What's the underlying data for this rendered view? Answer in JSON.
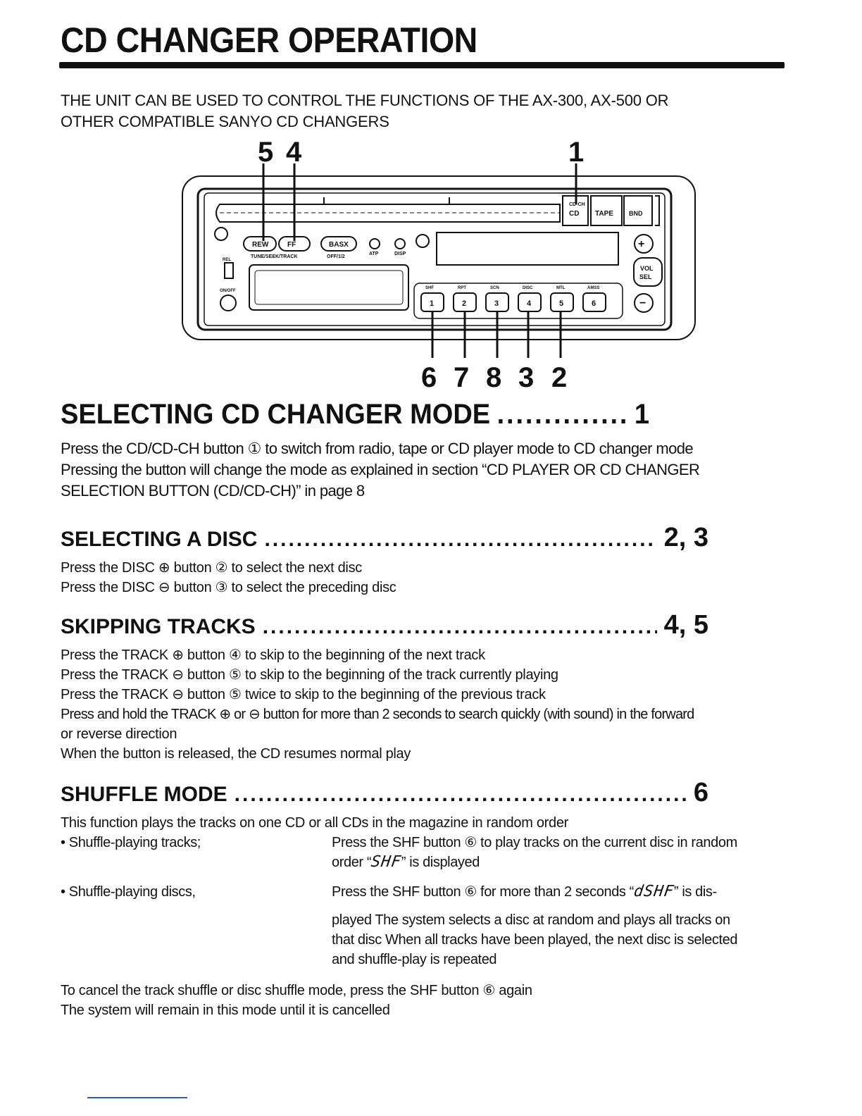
{
  "title": "CD CHANGER OPERATION",
  "intro": {
    "line1": "THE UNIT CAN BE USED TO CONTROL THE FUNCTIONS OF THE AX-300, AX-500 OR",
    "line2": "OTHER COMPATIBLE SANYO CD CHANGERS"
  },
  "diagram": {
    "callouts_top": {
      "a": "5",
      "b": "4",
      "c": "1"
    },
    "callouts_bottom": [
      "6",
      "7",
      "8",
      "3",
      "2"
    ],
    "labels": {
      "cd_ch": "CD-CH",
      "cd": "CD",
      "tape": "TAPE",
      "bnd": "BND",
      "rew": "REW",
      "ff": "FF",
      "basx": "BASX",
      "tune": "TUNE/SEEK/TRACK",
      "off": "OFF/1/2",
      "atp": "ATP",
      "disp": "DISP",
      "rel": "REL",
      "onoff": "ON/OFF",
      "vol": "VOL",
      "sel": "SEL",
      "shf": "SHF",
      "rpt": "RPT",
      "scn": "SCN",
      "disc": "DISC",
      "mtl": "MTL",
      "amss": "AMSS",
      "presets": [
        "1",
        "2",
        "3",
        "4",
        "5",
        "6"
      ]
    }
  },
  "sections": {
    "mode": {
      "heading": "SELECTING CD CHANGER MODE",
      "ref": "1",
      "lines": [
        "Press the CD/CD-CH button ① to switch from radio, tape or CD player mode to CD changer mode",
        "Pressing the button will change the mode as explained in section “CD PLAYER OR CD CHANGER",
        "SELECTION BUTTON (CD/CD-CH)” in page 8"
      ]
    },
    "disc": {
      "heading": "SELECTING A DISC",
      "ref": "2, 3",
      "lines": [
        "Press the DISC ⊕ button ② to select the next disc",
        "Press the DISC ⊖ button ③ to select the preceding disc"
      ]
    },
    "tracks": {
      "heading": "SKIPPING TRACKS",
      "ref": "4, 5",
      "lines": [
        "Press the TRACK ⊕ button ④ to skip to the beginning of the next track",
        "Press the TRACK ⊖ button ⑤ to skip to the beginning of the track currently playing",
        "Press the TRACK ⊖ button ⑤ twice to skip to the beginning of the previous track",
        "Press and hold the TRACK ⊕ or ⊖ button for more than 2 seconds to search quickly (with sound) in the forward",
        "or reverse direction",
        "When the button is released, the CD resumes normal play"
      ]
    },
    "shuffle": {
      "heading": "SHUFFLE MODE",
      "ref": "6",
      "intro": "This function plays the tracks on one CD or all CDs in the magazine in random order",
      "items": [
        {
          "label": "• Shuffle-playing tracks;",
          "desc1": "Press the SHF button ⑥ to play tracks on the current disc in random",
          "desc2_pre": "order “",
          "display": "SHF",
          "desc2_post": "” is displayed"
        },
        {
          "label": "• Shuffle-playing discs,",
          "desc1_pre": "Press the SHF button ⑥ for more than 2 seconds “",
          "display": "dSHF",
          "desc1_post": "” is dis-",
          "desc2": "played The system selects a disc at random and plays all tracks on",
          "desc3": "that disc When all tracks have been played, the next disc is selected",
          "desc4": "and shuffle-play is repeated"
        }
      ],
      "outro": [
        "To cancel the track shuffle or disc shuffle mode, press the SHF button ⑥ again",
        "The system will remain in this mode until it is cancelled"
      ]
    }
  }
}
